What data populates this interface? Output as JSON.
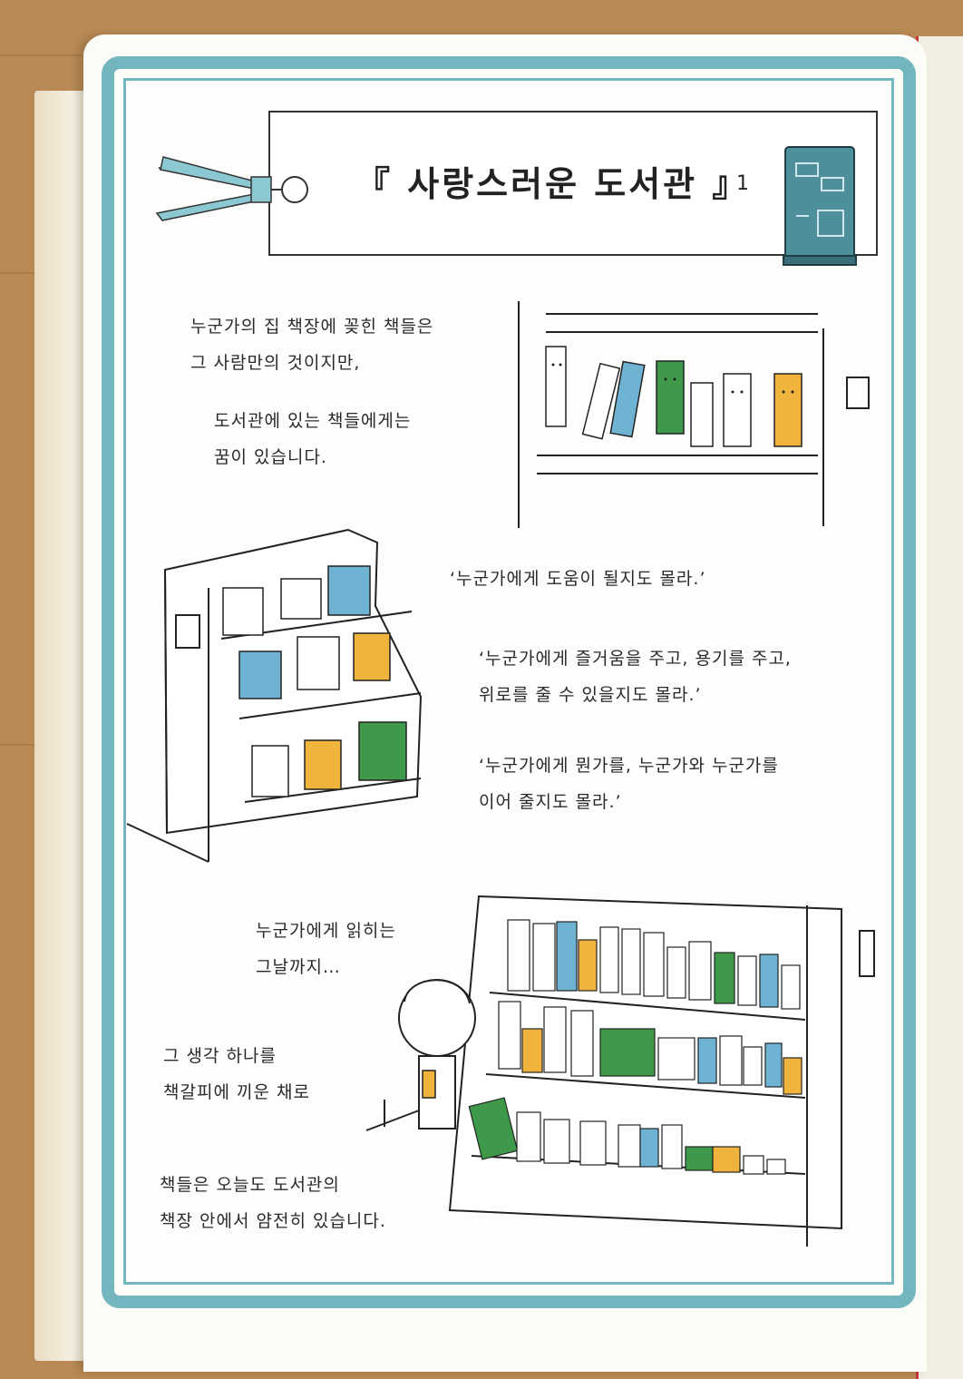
{
  "title": {
    "text": "『 사랑스러운 도서관 』",
    "number": "1"
  },
  "paragraphs": {
    "intro": [
      "누군가의 집 책장에 꽂힌 책들은",
      "그 사람만의 것이지만,"
    ],
    "dream": [
      "도서관에 있는 책들에게는",
      "꿈이 있습니다."
    ],
    "quote1": [
      "‘누군가에게 도움이 될지도 몰라.’"
    ],
    "quote2": [
      "‘누군가에게 즐거움을 주고, 용기를 주고,",
      "위로를 줄 수 있을지도 몰라.’"
    ],
    "quote3": [
      "‘누군가에게 뭔가를, 누군가와 누군가를",
      "이어 줄지도 몰라.’"
    ],
    "until": [
      "누군가에게 읽히는",
      "그날까지…"
    ],
    "thought": [
      "그 생각 하나를",
      "책갈피에 끼운 채로"
    ],
    "ending": [
      "책들은 오늘도 도서관의",
      "책장 안에서 얌전히 있습니다."
    ]
  },
  "colors": {
    "frame": "#73b6bf",
    "book_blue": "#6fb3d2",
    "book_green": "#3e9a4a",
    "book_yellow": "#f0b43c",
    "book_white": "#ffffff"
  }
}
